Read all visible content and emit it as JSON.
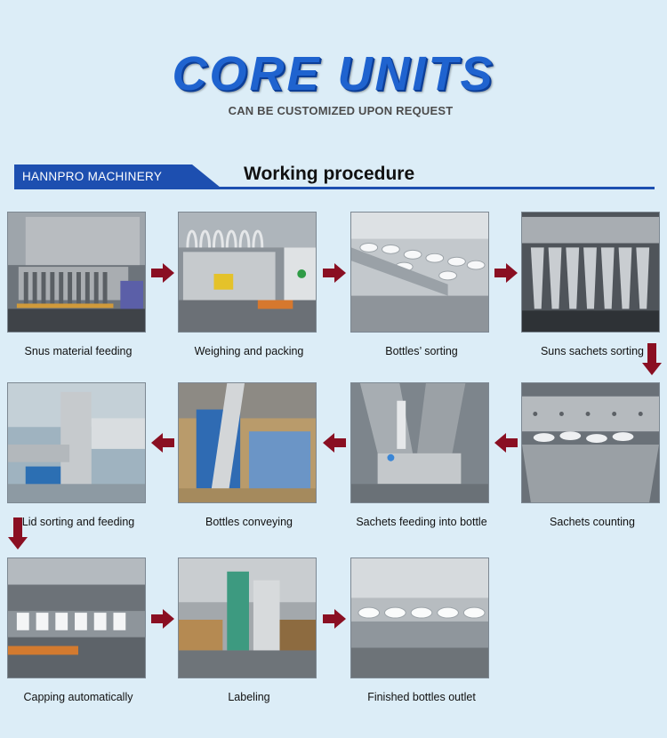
{
  "header": {
    "title": "CORE UNITS",
    "subtitle": "CAN BE CUSTOMIZED UPON REQUEST"
  },
  "banner": {
    "brand": "HANNPRO  MACHINERY",
    "section_title": "Working procedure"
  },
  "colors": {
    "title_blue": "#1f63cf",
    "banner_blue": "#1d4fb0",
    "arrow_red": "#8a0f22",
    "background": "#dcedf7"
  },
  "steps": [
    {
      "label": "Snus material feeding"
    },
    {
      "label": "Weighing and packing"
    },
    {
      "label": "Bottles’ sorting"
    },
    {
      "label": "Suns sachets sorting"
    },
    {
      "label": "Lid sorting and feeding"
    },
    {
      "label": "Bottles conveying"
    },
    {
      "label": "Sachets feeding into bottle"
    },
    {
      "label": "Sachets counting"
    },
    {
      "label": "Capping automatically"
    },
    {
      "label": "Labeling"
    },
    {
      "label": "Finished bottles outlet"
    }
  ],
  "icons": {
    "arrow_right": "arrow-right-icon",
    "arrow_left": "arrow-left-icon",
    "arrow_down": "arrow-down-icon"
  }
}
